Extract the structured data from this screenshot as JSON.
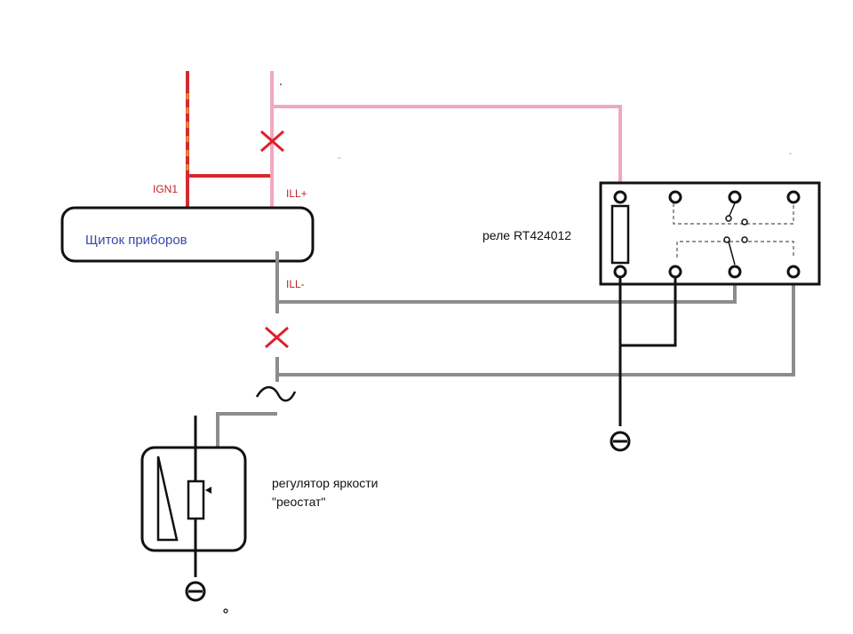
{
  "labels": {
    "ign1": "IGN1",
    "ill_plus": "ILL+",
    "ill_minus": "ILL-",
    "panel": "Щиток приборов",
    "relay": "реле RT424012",
    "dimmer_line1": "регулятор яркости",
    "dimmer_line2": "\"реостат\""
  },
  "colors": {
    "ign_wire": "#d42a30",
    "ign_dash": "#e8932a",
    "ill_plus_wire": "#f2a7c0",
    "ill_minus_wire": "#8c8c8c",
    "ground_wire": "#111111",
    "cut_mark": "#e0202a",
    "label_red": "#c0242b",
    "label_blue": "#3a4aa8"
  },
  "icons": [
    "cut-mark-icon",
    "ground-symbol-icon",
    "break-tilde-icon",
    "relay-coil-icon",
    "relay-contact-icon",
    "rheostat-icon"
  ]
}
